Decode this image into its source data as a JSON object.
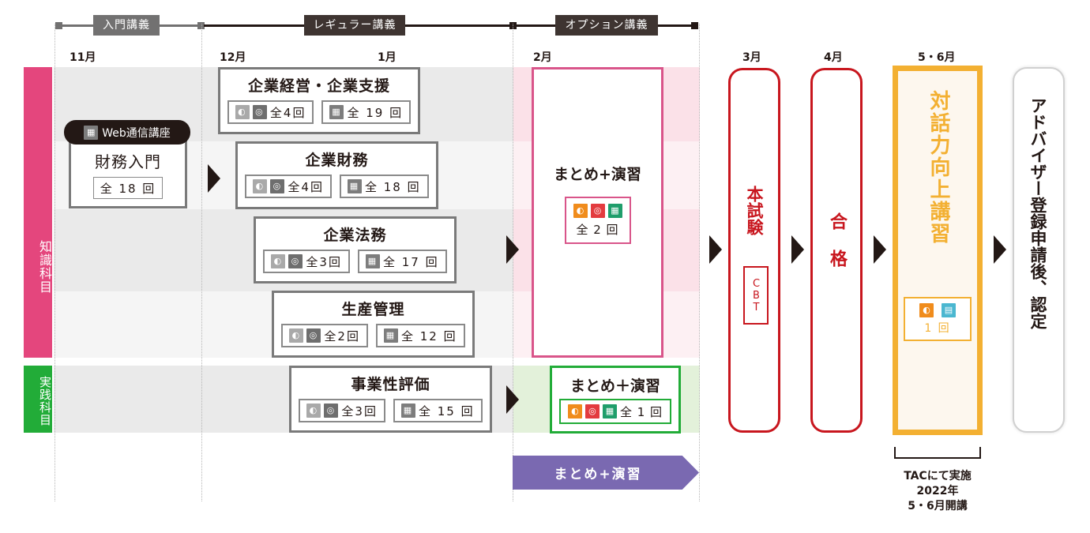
{
  "phases": [
    {
      "label": "入門講義",
      "color": "#727171"
    },
    {
      "label": "レギュラー講義",
      "color": "#3e3431"
    },
    {
      "label": "オプション講義",
      "color": "#3e3431"
    }
  ],
  "months": [
    "11月",
    "12月",
    "1月",
    "2月",
    "3月",
    "4月",
    "5・6月"
  ],
  "side_labels": {
    "knowledge": {
      "label": "知識科目",
      "color": "#e4467d"
    },
    "practice": {
      "label": "実践科目",
      "color": "#22ac38"
    }
  },
  "intro_course": {
    "badge": "Web通信講座",
    "title": "財務入門",
    "count": "全 18 回"
  },
  "regular_courses": [
    {
      "title": "企業経営・企業支援",
      "live_count": "全4回",
      "web_count": "全 19 回"
    },
    {
      "title": "企業財務",
      "live_count": "全4回",
      "web_count": "全 18 回"
    },
    {
      "title": "企業法務",
      "live_count": "全3回",
      "web_count": "全 17 回"
    },
    {
      "title": "生産管理",
      "live_count": "全2回",
      "web_count": "全 12 回"
    },
    {
      "title": "事業性評価",
      "live_count": "全3回",
      "web_count": "全 15 回"
    }
  ],
  "option_knowledge": {
    "title": "まとめ+演習",
    "count": "全 2 回",
    "color": "#d9558a"
  },
  "option_practice": {
    "title": "まとめ＋演習",
    "count": "全 1 回",
    "color": "#22ac38"
  },
  "option_banner": {
    "label": "まとめ+演習",
    "color": "#7a69b1"
  },
  "exam": {
    "title": "本試験",
    "sub": "CBT",
    "color": "#c8161e"
  },
  "pass": {
    "title": "合 格",
    "color": "#c8161e"
  },
  "dialogue": {
    "title": "対話力向上講習",
    "count": "1 回",
    "color": "#f3b032"
  },
  "final": {
    "title": "アドバイザー登録申請後、認定"
  },
  "footnote": {
    "line1": "TACにて実施",
    "line2": "2022年",
    "line3": "5・6月開講"
  },
  "icons": {
    "live": "classroom-icon",
    "dvd": "dvd-icon",
    "web": "web-icon",
    "book": "book-icon"
  }
}
